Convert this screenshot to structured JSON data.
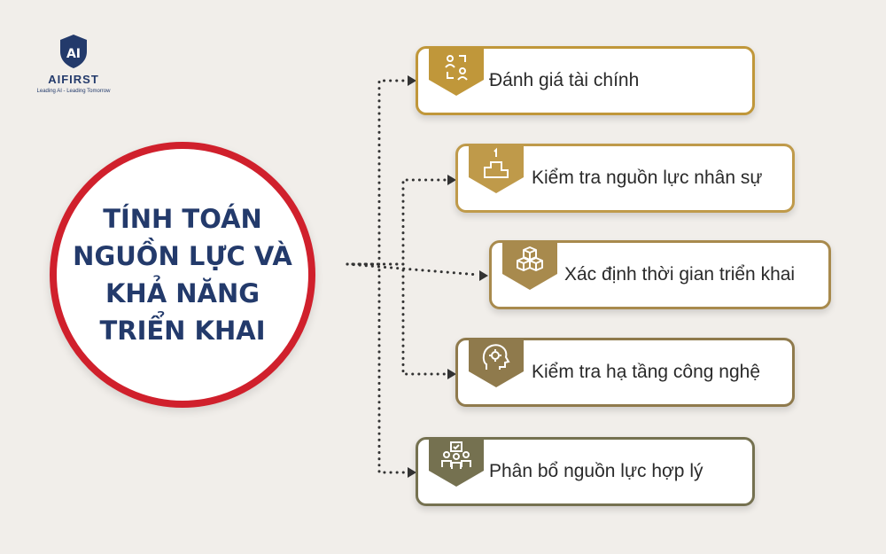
{
  "logo": {
    "monogram": "AI",
    "brand": "AIFIRST",
    "tagline": "Leading AI - Leading Tomorrow"
  },
  "center": {
    "lines": [
      "TÍNH TOÁN",
      "NGUỒN LỰC VÀ",
      "KHẢ NĂNG",
      "TRIỂN KHAI"
    ]
  },
  "items": [
    {
      "label": "Đánh giá tài chính",
      "icon": "finance-people-icon",
      "color": "#c0973a"
    },
    {
      "label": "Kiểm tra nguồn lực nhân sự",
      "icon": "podium-icon",
      "color": "#bf9a4a"
    },
    {
      "label": "Xác định thời gian triển khai",
      "icon": "cubes-icon",
      "color": "#a88a4d"
    },
    {
      "label": "Kiểm tra hạ tầng công nghệ",
      "icon": "head-gear-icon",
      "color": "#8f7a4c"
    },
    {
      "label": "Phân bổ nguồn lực hợp lý",
      "icon": "team-allocation-icon",
      "color": "#757150"
    }
  ],
  "colors": {
    "background": "#f1eeea",
    "circle_border": "#d0202c",
    "title_text": "#233a6b",
    "connector": "#333333"
  }
}
